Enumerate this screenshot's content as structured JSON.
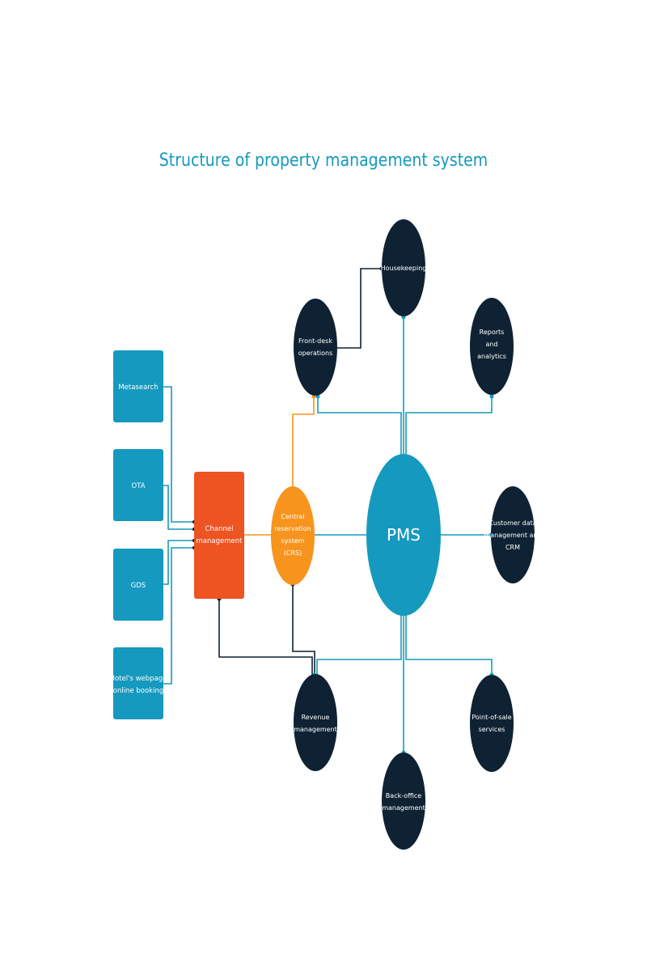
{
  "title": "Structure of property management system",
  "colors": {
    "title": "#1599bf",
    "source_box": "#1599bf",
    "channel_box": "#ee5322",
    "crs": "#f7941d",
    "pms": "#1599bf",
    "module": "#0f2233",
    "line_blue": "#1599bf",
    "line_dark": "#0f2233",
    "line_orange": "#f7941d"
  },
  "sources": [
    {
      "id": "metasearch",
      "lines": [
        "Metasearch"
      ]
    },
    {
      "id": "ota",
      "lines": [
        "OTA"
      ]
    },
    {
      "id": "gds",
      "lines": [
        "GDS"
      ]
    },
    {
      "id": "hotel-webpage",
      "lines": [
        "Hotel's webpage",
        "online booking"
      ]
    }
  ],
  "channel": {
    "lines": [
      "Channel",
      "management"
    ]
  },
  "crs": {
    "lines": [
      "Central",
      "reservation",
      "system",
      "(CRS)"
    ]
  },
  "pms": {
    "lines": [
      "PMS"
    ]
  },
  "modules": [
    {
      "id": "housekeeping",
      "lines": [
        "Housekeeping"
      ]
    },
    {
      "id": "front-desk",
      "lines": [
        "Front-desk",
        "operations"
      ]
    },
    {
      "id": "reports",
      "lines": [
        "Reports",
        "and",
        "analytics"
      ]
    },
    {
      "id": "customer-data",
      "lines": [
        "Customer data",
        "management and",
        "CRM"
      ]
    },
    {
      "id": "revenue",
      "lines": [
        "Revenue",
        "management"
      ]
    },
    {
      "id": "point-of-sale",
      "lines": [
        "Point-of-sale",
        "services"
      ]
    },
    {
      "id": "back-office",
      "lines": [
        "Back-office",
        "management"
      ]
    }
  ]
}
